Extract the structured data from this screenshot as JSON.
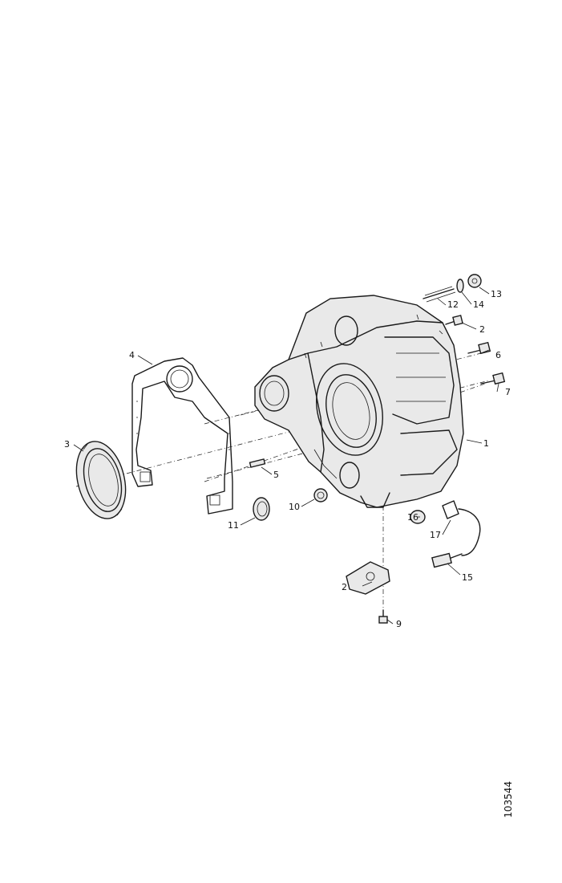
{
  "diagram": {
    "callouts": [
      {
        "id": "1",
        "label": "1"
      },
      {
        "id": "2a",
        "label": "2"
      },
      {
        "id": "2b",
        "label": "2"
      },
      {
        "id": "3",
        "label": "3"
      },
      {
        "id": "4",
        "label": "4"
      },
      {
        "id": "5",
        "label": "5"
      },
      {
        "id": "6",
        "label": "6"
      },
      {
        "id": "7",
        "label": "7"
      },
      {
        "id": "9",
        "label": "9"
      },
      {
        "id": "10",
        "label": "10"
      },
      {
        "id": "11",
        "label": "11"
      },
      {
        "id": "12",
        "label": "12"
      },
      {
        "id": "13",
        "label": "13"
      },
      {
        "id": "14",
        "label": "14"
      },
      {
        "id": "15",
        "label": "15"
      },
      {
        "id": "16",
        "label": "16"
      },
      {
        "id": "17",
        "label": "17"
      }
    ],
    "drawing_number": "103544"
  }
}
